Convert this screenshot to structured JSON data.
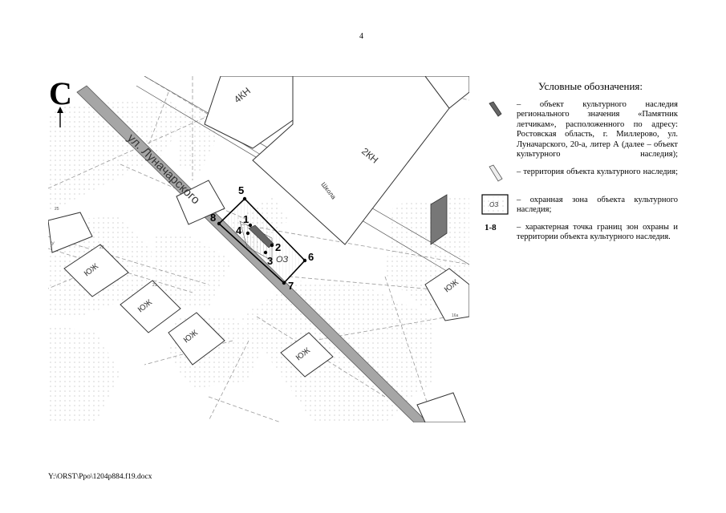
{
  "page_number": "4",
  "map": {
    "north_letter": "С",
    "street_label": "ул. Луначарского",
    "building_labels": {
      "kn4": "4КН",
      "kn2": "2КН",
      "school": "Школа",
      "zone": "ОЗ",
      "residential": "ЮЖ"
    },
    "house_numbers": {
      "h25": "25",
      "h23": "23",
      "h21": "21",
      "h16a": "16а",
      "side": "У"
    },
    "points": [
      "1",
      "2",
      "3",
      "4",
      "5",
      "6",
      "7",
      "8"
    ]
  },
  "legend": {
    "title": "Условные обозначения:",
    "items": [
      {
        "id": "object",
        "text": "– объект культурного наследия регионального значения «Памятник летчикам», расположенного по адресу: Ростовская область, г. Миллерово, ул. Луначарского, 20-а, литер А (далее – объект культурного наследия);"
      },
      {
        "id": "territory",
        "text": "– территория объекта культурного наследия;"
      },
      {
        "id": "zone",
        "text": "– охранная зона объекта культурного наследия;",
        "symbol_label": "ОЗ"
      },
      {
        "id": "points",
        "text": "– характерная точка границ зон охраны и территории объекта культурного наследия.",
        "symbol_label": "1-8"
      }
    ]
  },
  "footer": {
    "path": "Y:\\ORST\\Ppo\\1204p884.f19.docx"
  },
  "colors": {
    "road": "#a6a6a6",
    "object": "#666666",
    "dark_block": "#777777",
    "dots": "#b5b5b5"
  }
}
